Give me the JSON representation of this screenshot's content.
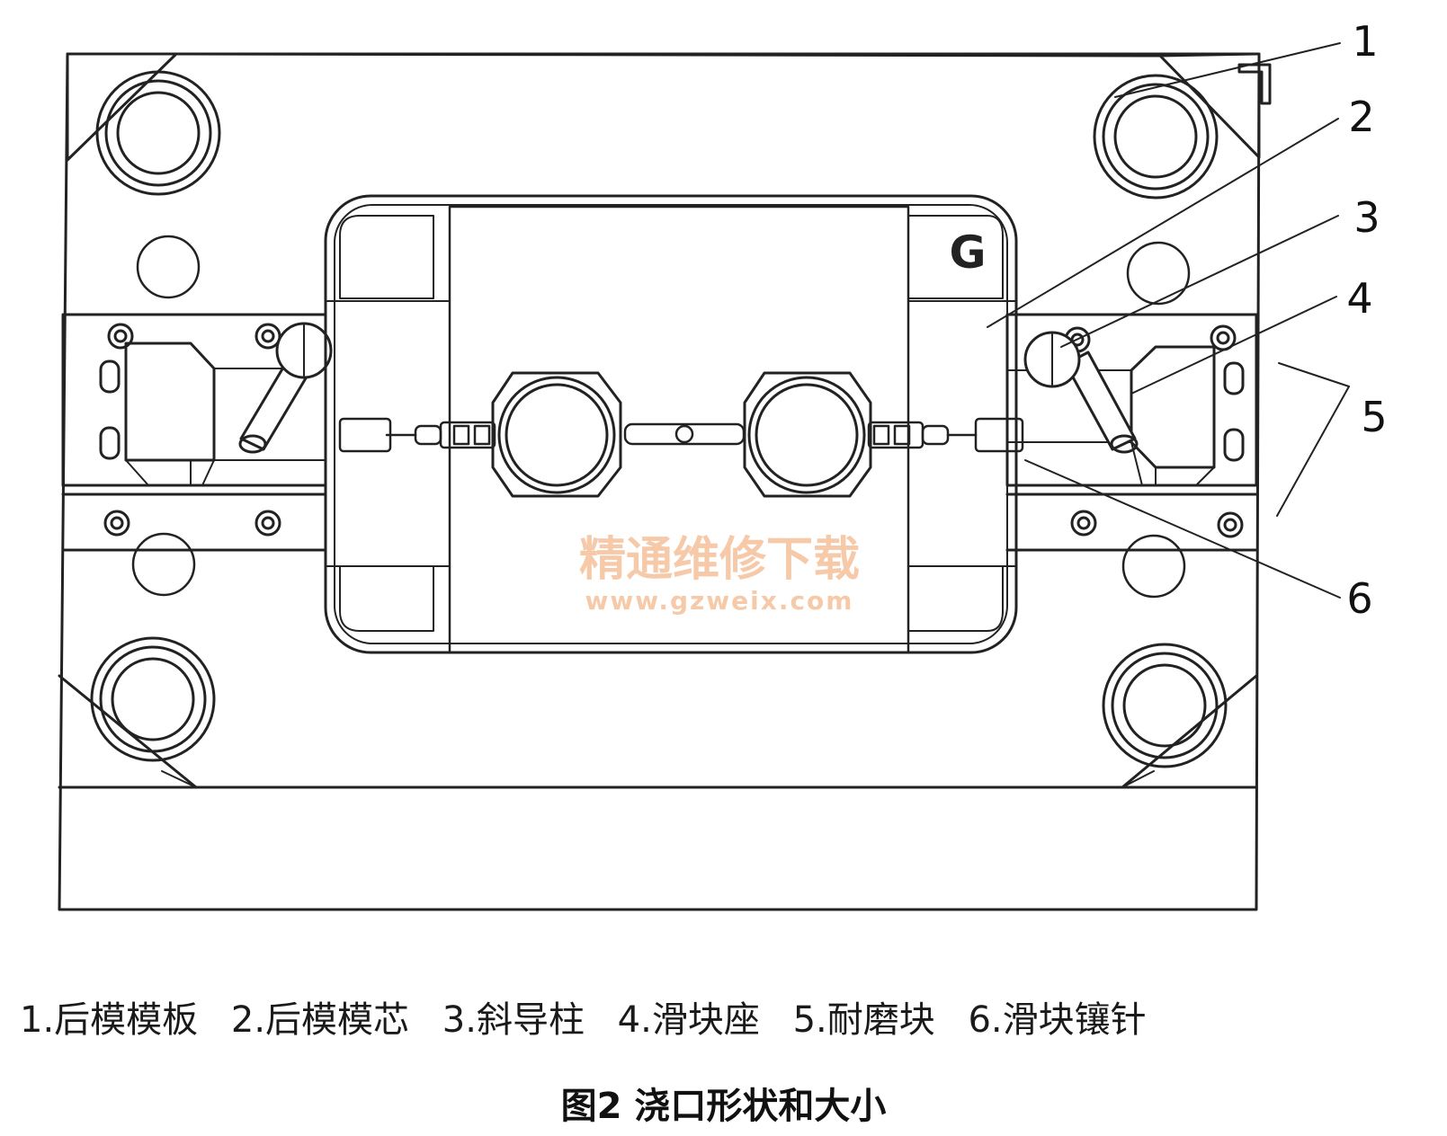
{
  "callouts": [
    "1",
    "2",
    "3",
    "4",
    "5",
    "6"
  ],
  "mold_mark": "G",
  "watermark": {
    "title": "精通维修下载",
    "url": "www.gzweix.com"
  },
  "legend": {
    "items": [
      "1.后模模板",
      "2.后模模芯",
      "3.斜导柱",
      "4.滑块座",
      "5.耐磨块",
      "6.滑块镶针"
    ]
  },
  "caption": "图2  浇口形状和大小"
}
